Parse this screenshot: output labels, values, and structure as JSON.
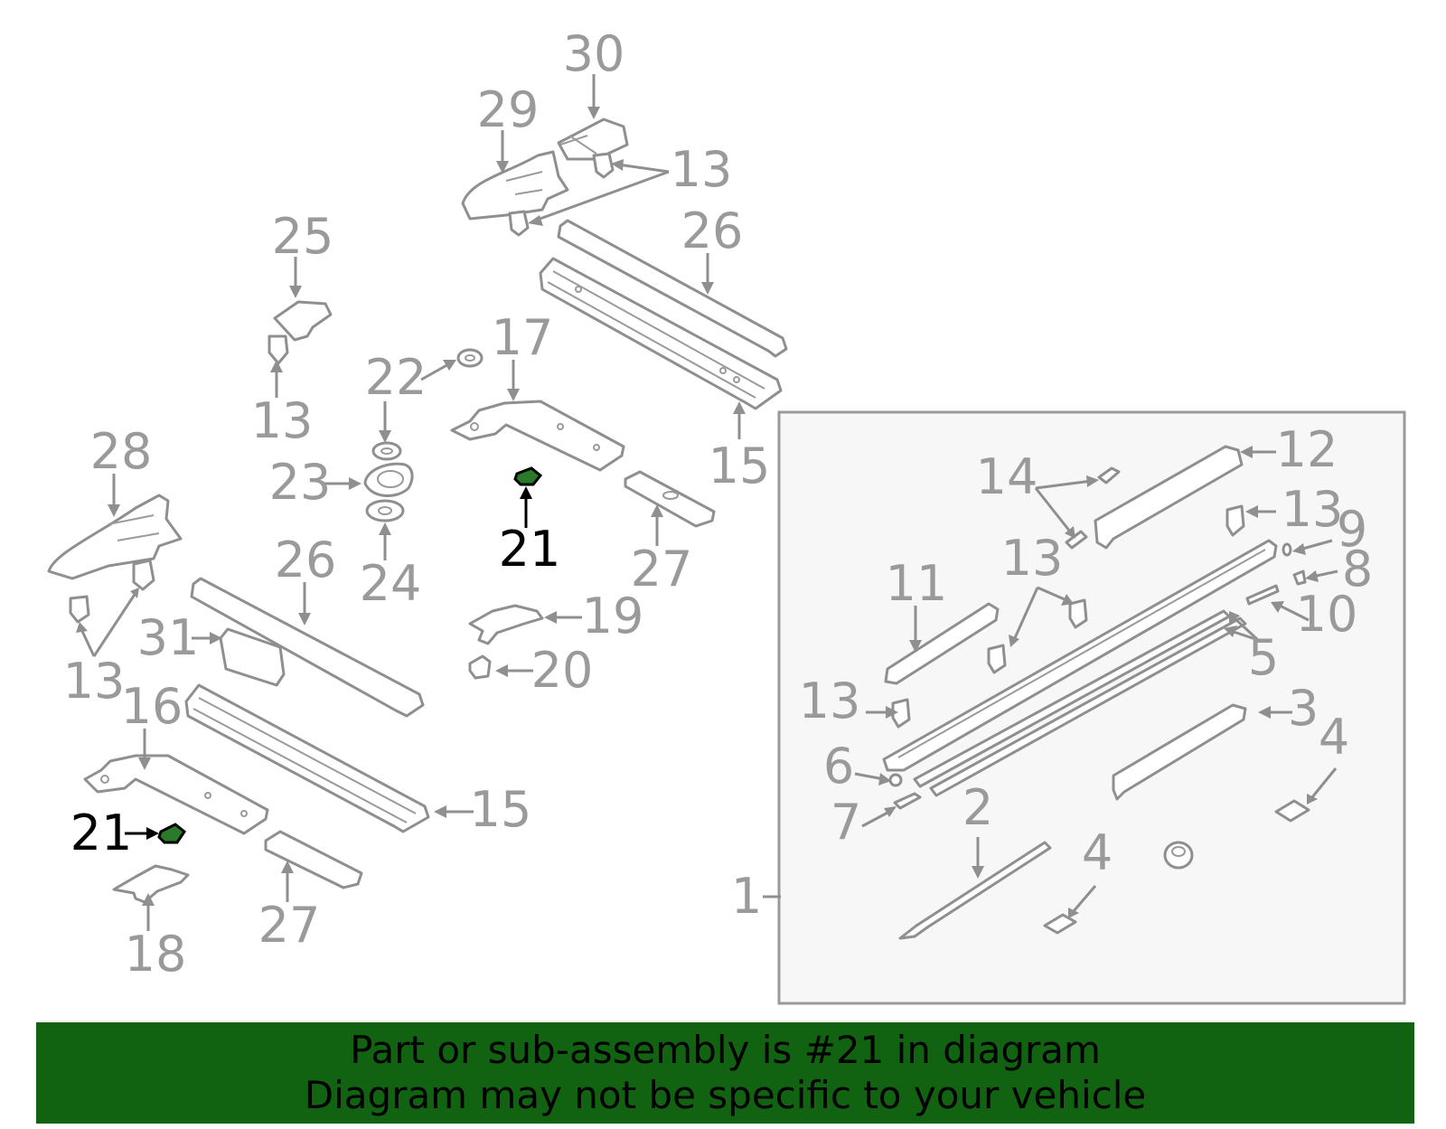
{
  "labels": {
    "l30": "30",
    "l29": "29",
    "l13a": "13",
    "l26a": "26",
    "l25": "25",
    "l13b": "13",
    "l22": "22",
    "l17": "17",
    "l15a": "15",
    "l23": "23",
    "l21a": "21",
    "l24": "24",
    "l27a": "27",
    "l28": "28",
    "l26b": "26",
    "l19": "19",
    "l31": "31",
    "l20": "20",
    "l13c": "13",
    "l16": "16",
    "l15b": "15",
    "l21b": "21",
    "l18": "18",
    "l27b": "27",
    "l14": "14",
    "l12": "12",
    "l13d": "13",
    "l9": "9",
    "l8": "8",
    "l11": "11",
    "l13e": "13",
    "l10": "10",
    "l5": "5",
    "l13f": "13",
    "l3": "3",
    "l4a": "4",
    "l6": "6",
    "l7": "7",
    "l2": "2",
    "l4b": "4",
    "l1": "1"
  },
  "highlight_part": "21",
  "colors": {
    "banner": "#116211",
    "label": "#9a9a9a",
    "highlight": "#000000",
    "inset_bg": "#f7f7f7"
  },
  "banner": {
    "line1": "Part or sub-assembly is #21 in diagram",
    "line2": "Diagram may not be specific to your vehicle"
  }
}
